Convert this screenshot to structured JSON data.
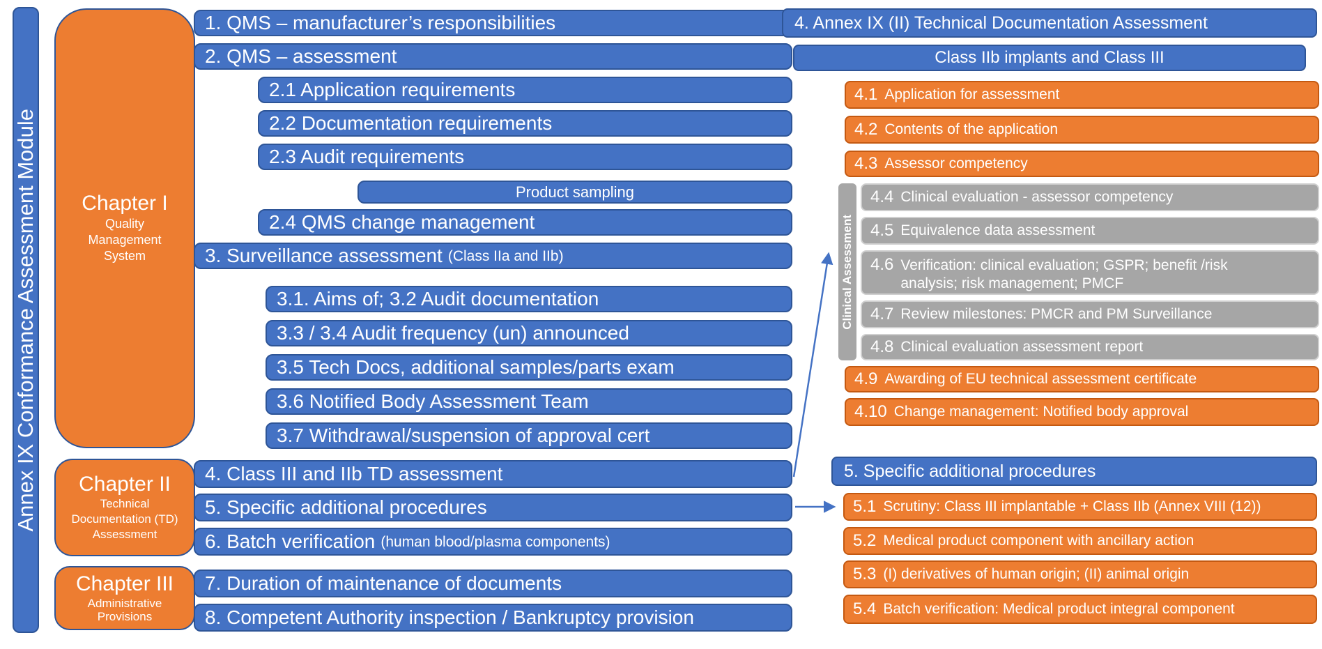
{
  "colors": {
    "blue": "#4472C4",
    "blue_border": "#2E5597",
    "orange": "#ED7D31",
    "orange_border": "#C45911",
    "gray": "#A6A6A6",
    "text": "#FFFFFF"
  },
  "sidebar": {
    "label": "Annex IX Conformance Assessment Module"
  },
  "chapters": [
    {
      "title": "Chapter I",
      "subtitle": "Quality Management System"
    },
    {
      "title": "Chapter II",
      "subtitle": "Technical Documentation (TD) Assessment"
    },
    {
      "title": "Chapter III",
      "subtitle": "Administrative Provisions"
    }
  ],
  "main": {
    "items": [
      {
        "label": "1. QMS – manufacturer’s responsibilities"
      },
      {
        "label": "2. QMS – assessment"
      },
      {
        "label": "2.1 Application requirements"
      },
      {
        "label": "2.2 Documentation requirements"
      },
      {
        "label": "2.3 Audit requirements"
      },
      {
        "label": "Product sampling"
      },
      {
        "label": "2.4 QMS change management"
      },
      {
        "label": "3. Surveillance assessment",
        "sub": "(Class IIa and IIb)"
      },
      {
        "label": "3.1. Aims of; 3.2 Audit documentation"
      },
      {
        "label": "3.3 / 3.4 Audit frequency (un) announced"
      },
      {
        "label": "3.5 Tech Docs, additional samples/parts exam"
      },
      {
        "label": "3.6 Notified Body Assessment Team"
      },
      {
        "label": "3.7 Withdrawal/suspension of approval cert"
      },
      {
        "label": "4. Class III and IIb TD assessment"
      },
      {
        "label": "5. Specific additional procedures"
      },
      {
        "label": "6. Batch verification",
        "sub": "(human blood/plasma components)"
      },
      {
        "label": "7. Duration of maintenance of documents"
      },
      {
        "label": "8. Competent Authority inspection / Bankruptcy provision"
      }
    ]
  },
  "panel4": {
    "header": "4. Annex IX (II) Technical Documentation Assessment",
    "subheader": "Class IIb implants and Class III",
    "clinical_tab": "Clinical Assessment",
    "items": [
      {
        "num": "4.1",
        "text": "Application for assessment"
      },
      {
        "num": "4.2",
        "text": "Contents of the application"
      },
      {
        "num": "4.3",
        "text": "Assessor competency"
      },
      {
        "num": "4.4",
        "text": "Clinical evaluation - assessor competency"
      },
      {
        "num": "4.5",
        "text": "Equivalence data assessment"
      },
      {
        "num": "4.6",
        "text": "Verification: clinical evaluation; GSPR; benefit /risk",
        "text2": "analysis; risk management; PMCF"
      },
      {
        "num": "4.7",
        "text": "Review milestones: PMCR and PM Surveillance"
      },
      {
        "num": "4.8",
        "text": "Clinical evaluation assessment report"
      },
      {
        "num": "4.9",
        "text": "Awarding of EU technical assessment certificate"
      },
      {
        "num": "4.10",
        "text": "Change management: Notified body approval"
      }
    ]
  },
  "panel5": {
    "header": "5. Specific additional procedures",
    "items": [
      {
        "num": "5.1",
        "text": "Scrutiny: Class III implantable + Class IIb (Annex VIII (12))"
      },
      {
        "num": "5.2",
        "text": "Medical product component with ancillary action"
      },
      {
        "num": "5.3",
        "text": "(I) derivatives of human origin; (II) animal origin"
      },
      {
        "num": "5.4",
        "text": "Batch verification: Medical product integral component"
      }
    ]
  }
}
